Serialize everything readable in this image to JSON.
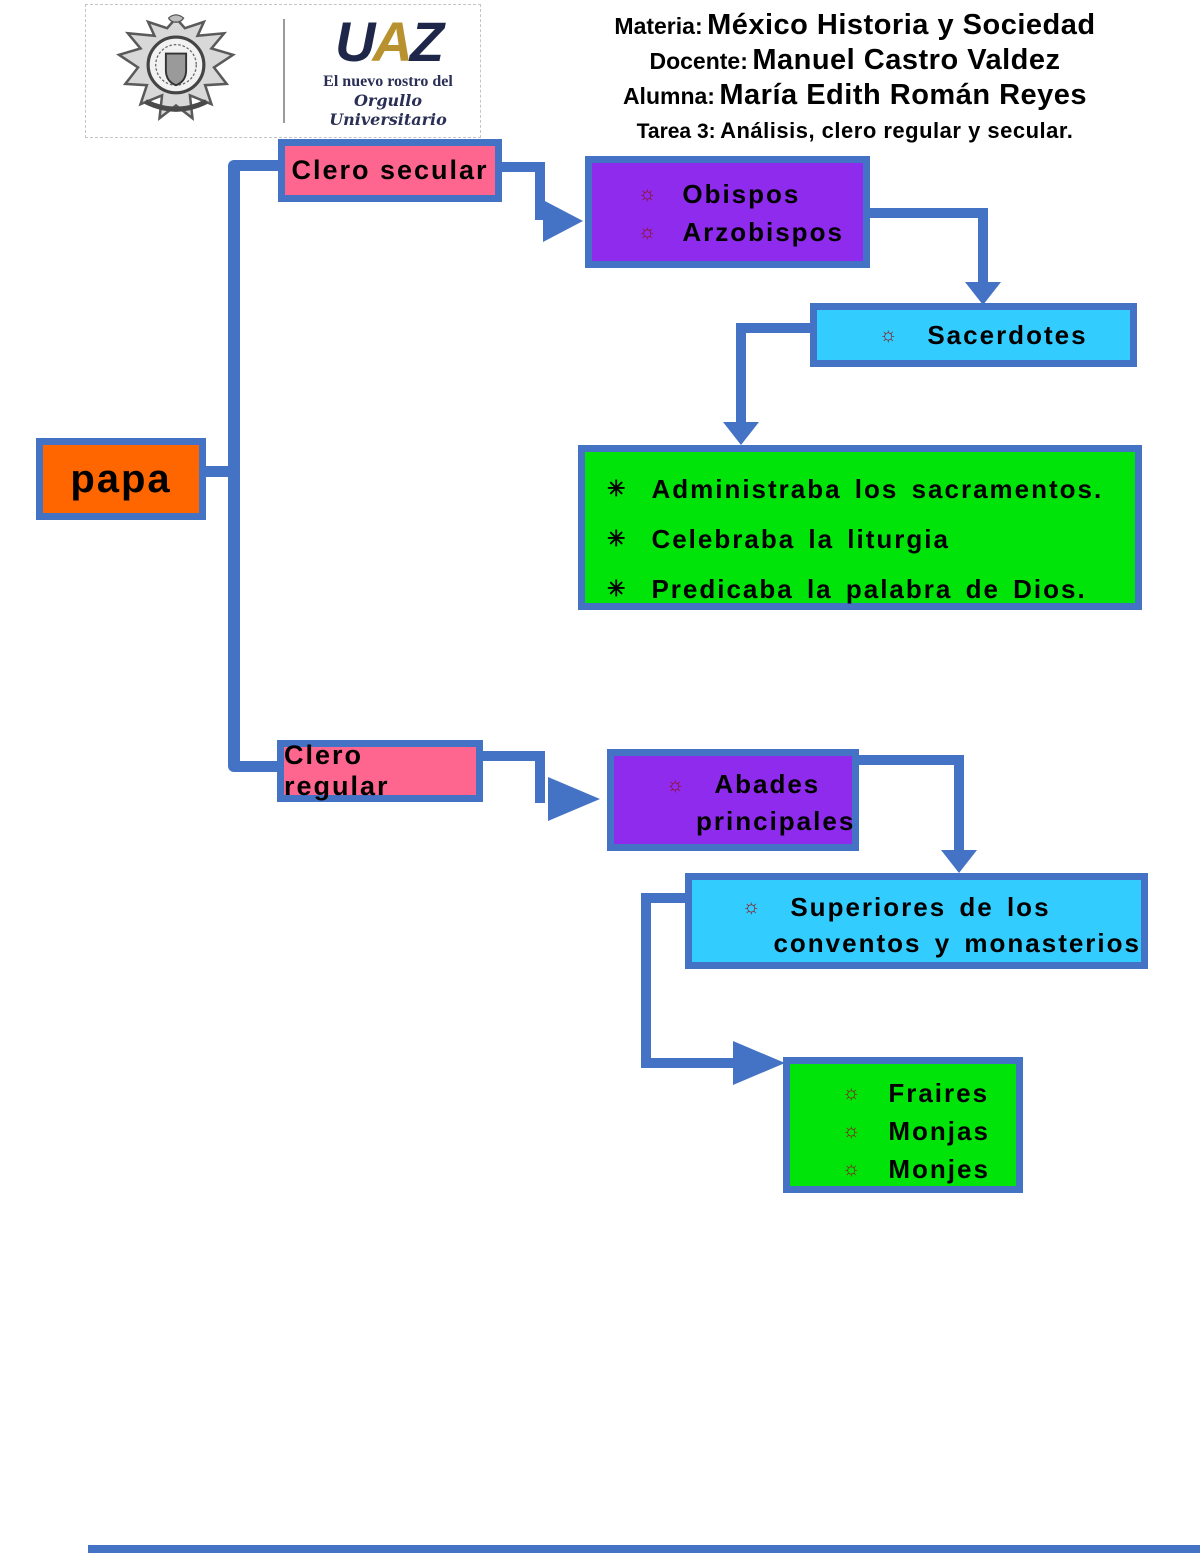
{
  "icons": {
    "sun_bullet": "☼",
    "star_bullet": "✳"
  },
  "colors": {
    "connector_blue": "#4473c5",
    "box_pink": "#ff668f",
    "box_purple": "#8e2bec",
    "box_cyan": "#33ccff",
    "box_green": "#00e40a",
    "box_orange": "#ff6600",
    "bullet_dark_red": "#8f1212"
  },
  "header": {
    "logo": {
      "uaz_u": "U",
      "uaz_a": "A",
      "uaz_z": "Z",
      "tagline_1": "El nuevo rostro del",
      "tagline_2": "Orgullo Universitario"
    },
    "lines": [
      {
        "label": "Materia:",
        "value": "México Historia y Sociedad"
      },
      {
        "label": "Docente:",
        "value": "Manuel Castro Valdez"
      },
      {
        "label": "Alumna:",
        "value": "María Edith Román Reyes"
      },
      {
        "label": "Tarea 3:",
        "value": "Análisis, clero regular y secular."
      }
    ]
  },
  "diagram": {
    "papa": {
      "label": "papa"
    },
    "clero_secular": {
      "label": "Clero secular"
    },
    "obispos": {
      "items": [
        "Obispos",
        "Arzobispos"
      ]
    },
    "sacerdotes": {
      "items": [
        "Sacerdotes"
      ]
    },
    "funciones": {
      "items": [
        "Administraba los sacramentos.",
        "Celebraba la liturgia",
        "Predicaba la palabra de Dios."
      ]
    },
    "clero_regular": {
      "label": "Clero regular"
    },
    "abades": {
      "lines": [
        "Abades",
        "principales"
      ]
    },
    "superiores": {
      "lines": [
        "Superiores de los",
        "conventos y monasterios"
      ]
    },
    "miembros": {
      "items": [
        "Fraires",
        "Monjas",
        "Monjes"
      ]
    }
  }
}
